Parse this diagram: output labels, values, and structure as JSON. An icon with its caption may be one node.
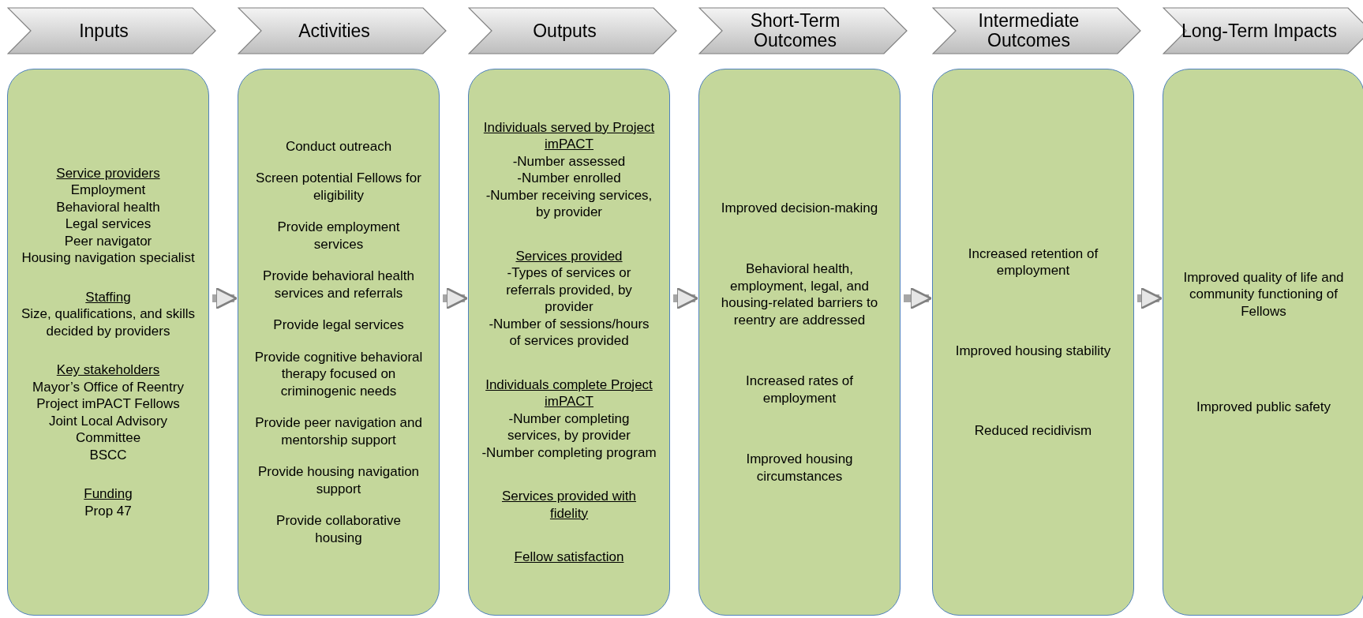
{
  "diagram": {
    "nodes": [
      {
        "text": [
          "Inputs"
        ]
      },
      {
        "text": [
          "Activities"
        ]
      },
      {
        "text": [
          "Outputs"
        ]
      },
      {
        "text": [
          "Short-Term Outcomes"
        ]
      },
      {
        "text": [
          "Intermediate Outcomes"
        ]
      },
      {
        "text": [
          "Long-Term Impacts"
        ]
      },
      {
        "text": [
          "Service providers",
          "Employment",
          "Behavioral health",
          "Legal services",
          "Peer navigator",
          "Housing navigation specialist",
          "Staffing",
          "Size, qualifications, and skills decided by providers",
          "Key stakeholders",
          "Mayor’s Office of Reentry",
          "Project imPACT Fellows",
          "Joint Local Advisory Committee",
          "BSCC",
          "Funding",
          "Prop 47"
        ]
      },
      {
        "text": [
          "Conduct outreach",
          "Screen potential Fellows for eligibility",
          "Provide employment services",
          "Provide behavioral health services and referrals",
          "Provide legal services",
          "Provide cognitive behavioral therapy focused on criminogenic needs",
          "Provide peer navigation and mentorship support",
          "Provide housing navigation support",
          "Provide collaborative housing"
        ]
      },
      {
        "text": [
          "Individuals served by Project imPACT",
          "-Number assessed",
          "-Number enrolled",
          "-Number receiving services, by provider",
          "Services provided",
          "-Types of services or referrals provided, by provider",
          "-Number of sessions/hours of services provided",
          "Individuals complete Project imPACT",
          "-Number completing services, by provider",
          "-Number completing program",
          "Services provided with fidelity",
          "Fellow satisfaction"
        ]
      },
      {
        "text": [
          "Improved decision-making",
          "Behavioral health, employment, legal, and housing-related barriers to reentry are addressed",
          "Increased rates of employment",
          "Improved housing circumstances"
        ]
      },
      {
        "text": [
          "Increased retention of employment",
          "Improved housing stability",
          "Reduced recidivism"
        ]
      },
      {
        "text": [
          "Improved quality of life and community functioning of Fellows",
          "Improved public safety"
        ]
      }
    ],
    "edges": [
      {
        "from": 6,
        "to": 7,
        "arrow": "to"
      },
      {
        "from": 7,
        "to": 8,
        "arrow": "to"
      },
      {
        "from": 8,
        "to": 9,
        "arrow": "to"
      },
      {
        "from": 9,
        "to": 10,
        "arrow": "to"
      },
      {
        "from": 10,
        "to": 11,
        "arrow": "to"
      }
    ]
  }
}
